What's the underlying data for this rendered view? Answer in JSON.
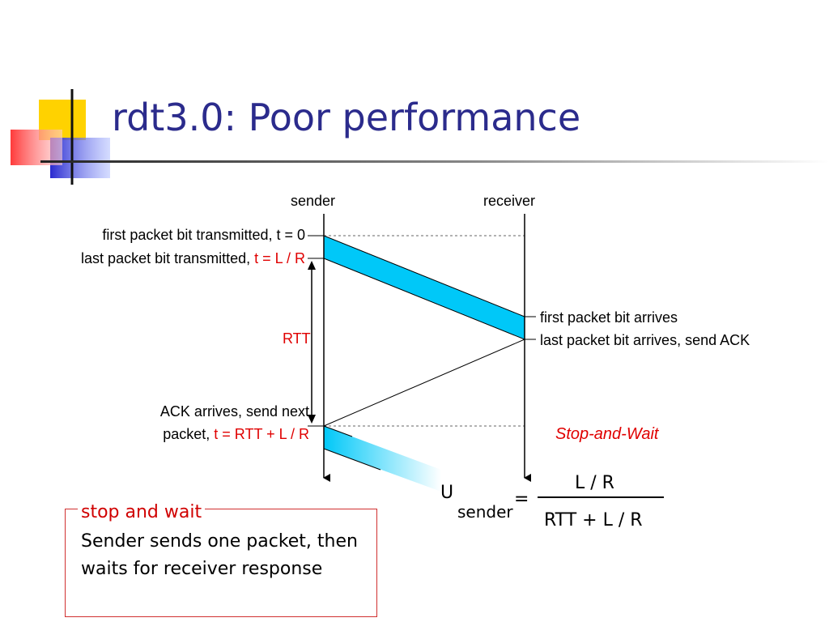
{
  "title": "rdt3.0: Poor performance",
  "diagram": {
    "sender_label": "sender",
    "receiver_label": "receiver",
    "first_bit_tx_text": "first packet bit transmitted, t = 0",
    "last_bit_tx_text": "last packet bit transmitted, ",
    "last_bit_tx_time": "t = L / R",
    "first_bit_arrives": "first packet bit arrives",
    "last_bit_arrives": "last packet bit arrives, send ACK",
    "rtt_label": "RTT",
    "ack_line1": "ACK arrives, send next",
    "ack_line2_text": "packet, ",
    "ack_line2_time": "t = RTT + L / R",
    "protocol_label": "Stop-and-Wait"
  },
  "formula": {
    "symbol": "U",
    "subscript": "sender",
    "equals": "=",
    "numerator": "L / R",
    "denominator": "RTT + L / R"
  },
  "note": {
    "heading": "stop and wait",
    "body": "Sender sends one packet, then waits for receiver response"
  },
  "colors": {
    "title": "#2b2b8c",
    "packet_fill": "#00c8f8",
    "highlight_red": "#e00000"
  }
}
